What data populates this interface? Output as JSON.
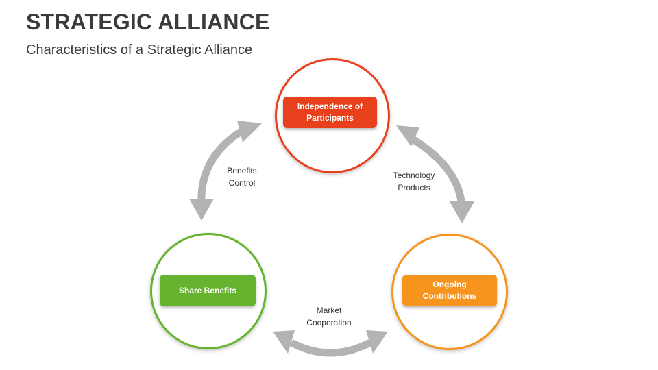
{
  "header": {
    "title": "STRATEGIC ALLIANCE",
    "subtitle": "Characteristics of a Strategic Alliance"
  },
  "colors": {
    "red": "#e8401c",
    "orange": "#f7941d",
    "green": "#65b32e",
    "arrow": "#b3b3b3"
  },
  "nodes": {
    "top": {
      "label": "Independence of Participants"
    },
    "left": {
      "label": "Share Benefits"
    },
    "right": {
      "label": "Ongoing Contributions"
    }
  },
  "relations": {
    "left": {
      "top": "Benefits",
      "bottom": "Control"
    },
    "right": {
      "top": "Technology",
      "bottom": "Products"
    },
    "bottom": {
      "top": "Market",
      "bottom": "Cooperation"
    }
  }
}
